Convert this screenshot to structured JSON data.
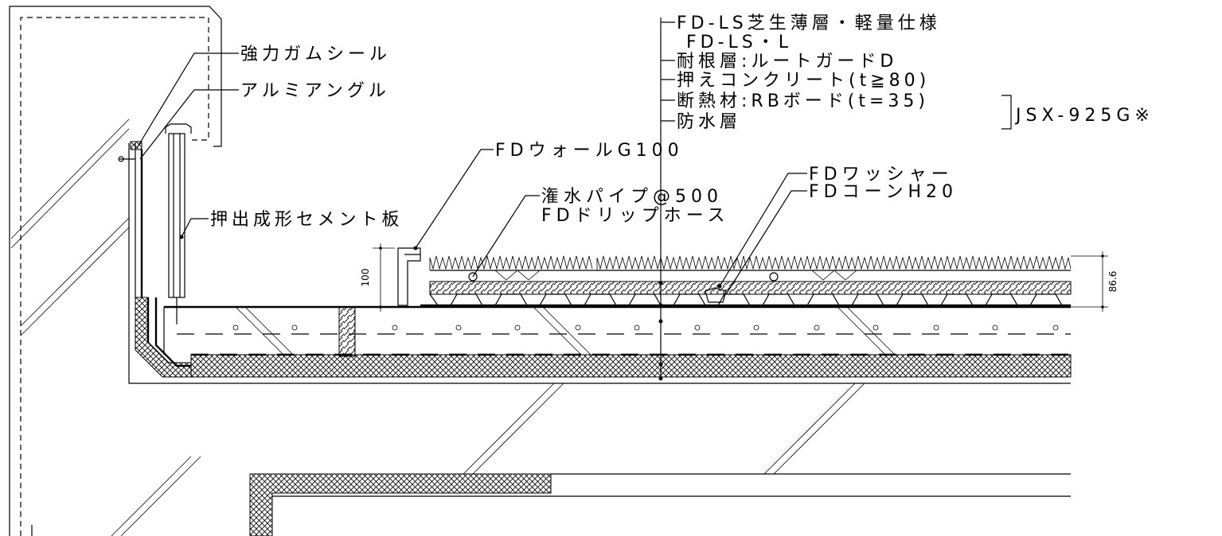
{
  "labels": {
    "strong_gum_seal": "強力ガムシール",
    "aluminum_angle": "アルミアングル",
    "extruded_cement_board": "押出成形セメント板",
    "fd_wall": "FDウォールG100",
    "water_pipe": "潅水パイプ@500",
    "drip_hose": "FDドリップホース",
    "fd_washer": "FDワッシャー",
    "fd_cone": "FDコーンH20"
  },
  "layer_spec": {
    "line1": "FD-LS芝生薄層・軽量仕様",
    "line2": "FD-LS・L",
    "line3": "耐根層:ルートガードD",
    "line4": "押えコンクリート(t≧80)",
    "line5": "断熱材:RBボード(t=35)",
    "line6": "防水層",
    "bracket_label": "JSX-925G※"
  },
  "dimensions": {
    "wall_height": "100",
    "layer_height": "86.6"
  }
}
